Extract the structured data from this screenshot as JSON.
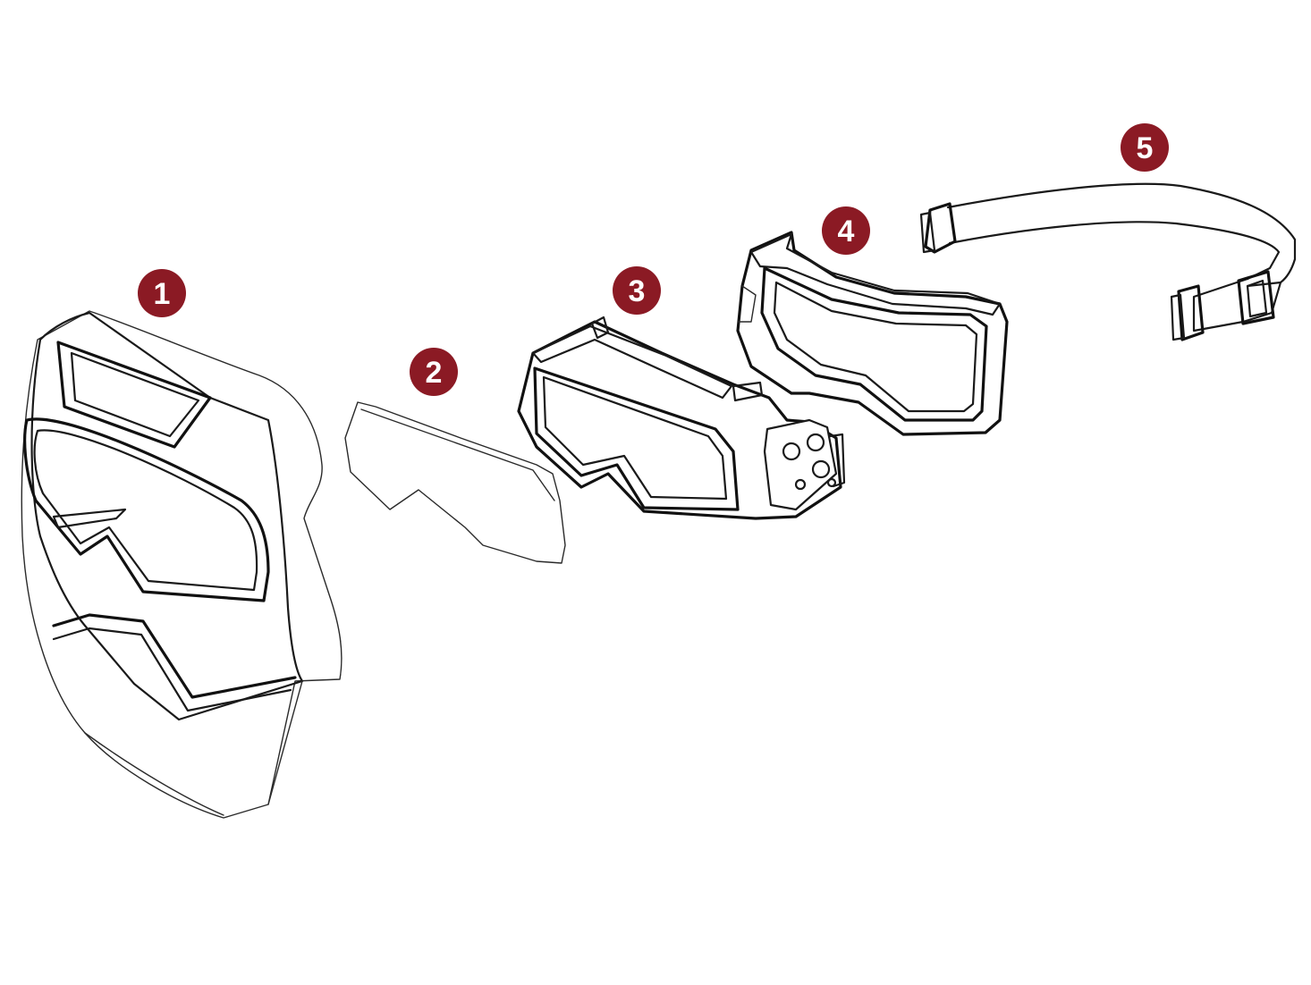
{
  "colors": {
    "callout": "#8b1a24",
    "line": "#1a1a1a",
    "background": "#ffffff"
  },
  "callouts": [
    {
      "label": "1",
      "part": "welding-mask-shell"
    },
    {
      "label": "2",
      "part": "protective-lens"
    },
    {
      "label": "3",
      "part": "auto-darkening-filter-goggle"
    },
    {
      "label": "4",
      "part": "goggle-frame"
    },
    {
      "label": "5",
      "part": "head-strap"
    }
  ]
}
